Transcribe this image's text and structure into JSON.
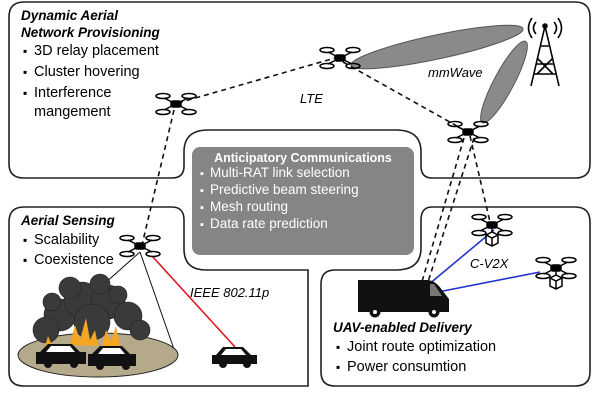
{
  "top_panel": {
    "title_line1": "Dynamic Aerial",
    "title_line2": "Network Provisioning",
    "items": [
      "3D relay placement",
      "Cluster hovering",
      "Interference",
      "mangement"
    ]
  },
  "center_box": {
    "title": "Anticipatory Communications",
    "items": [
      "Multi-RAT link selection",
      "Predictive beam steering",
      "Mesh routing",
      "Data rate prediction"
    ]
  },
  "left_panel": {
    "title": "Aerial Sensing",
    "items": [
      "Scalability",
      "Coexistence"
    ]
  },
  "right_panel": {
    "title": "UAV-enabled Delivery",
    "items": [
      "Joint route optimization",
      "Power consumtion"
    ]
  },
  "links": {
    "lte": "LTE",
    "mmwave": "mmWave",
    "ieee": "IEEE 802.11p",
    "cv2x": "C-V2X"
  },
  "bullet": "▪",
  "colors": {
    "center_box": "#858585",
    "ieee_link": "#e0141e",
    "cv2x_link": "#2233cc",
    "beam": "#8a8a8a",
    "smoke": "#3a3a3a",
    "fire": "#f5a623",
    "ground": "#b4a98a"
  }
}
